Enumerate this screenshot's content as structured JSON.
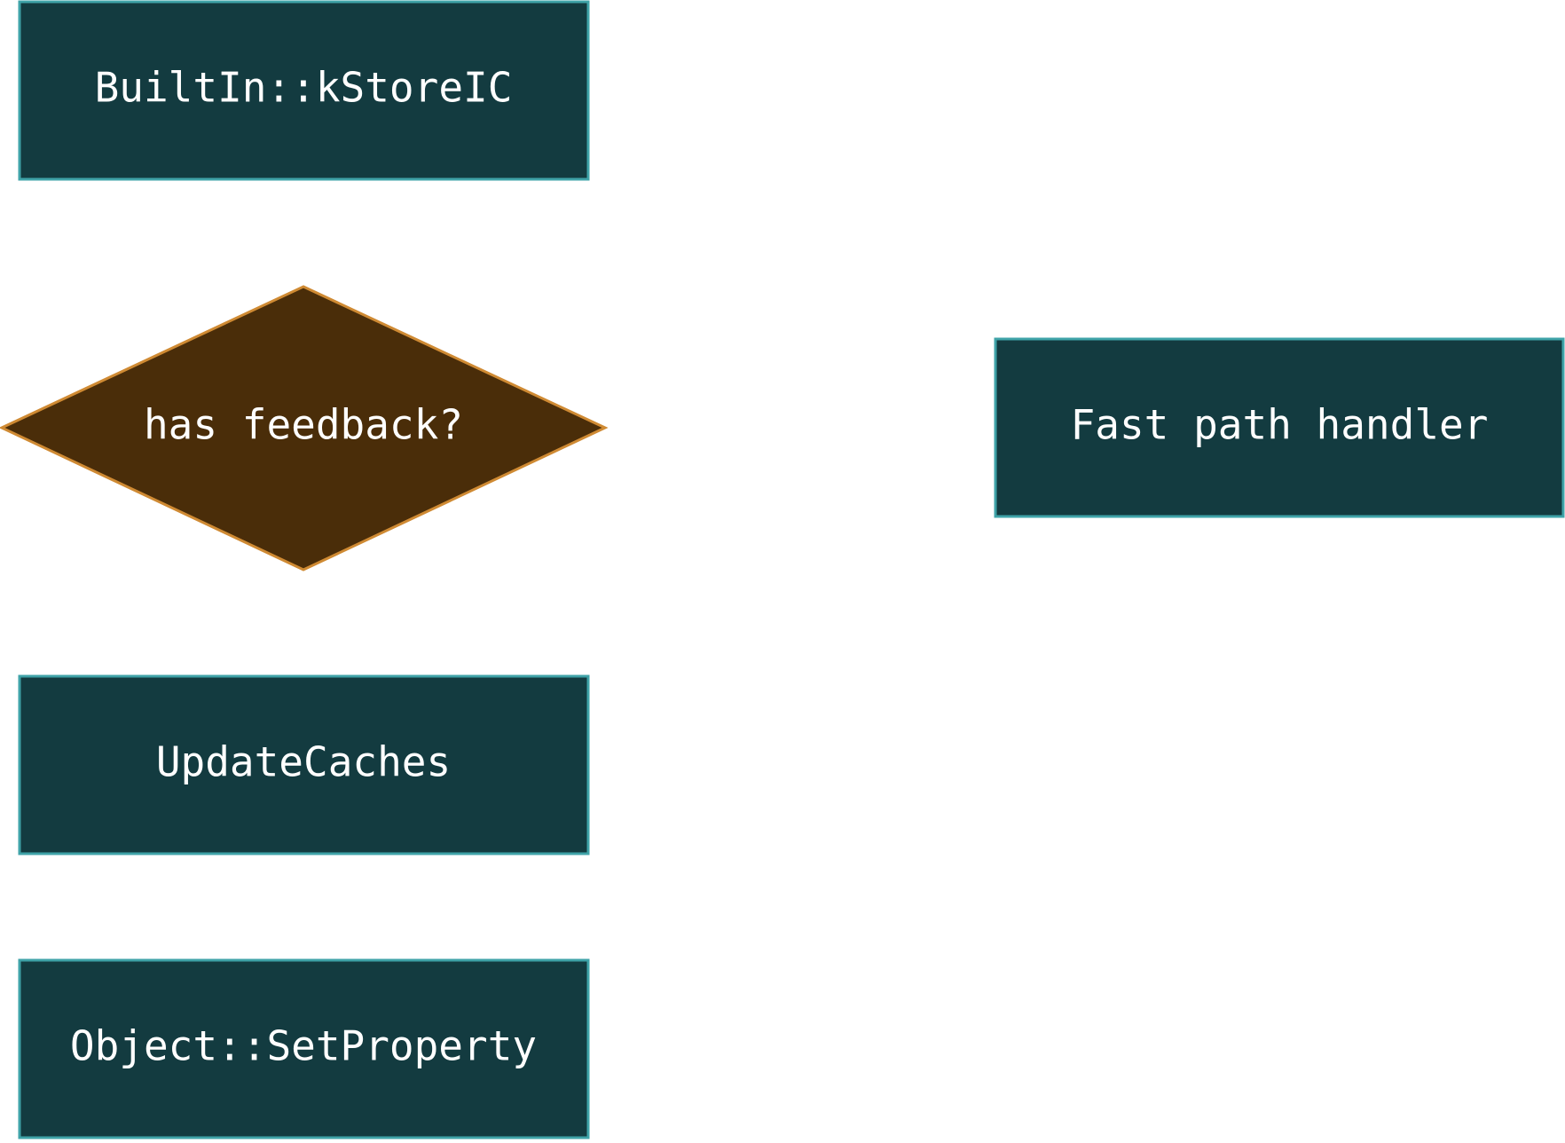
{
  "nodes": {
    "builtin": {
      "label": "BuiltIn::kStoreIC"
    },
    "decision": {
      "label": "has feedback?"
    },
    "fast_path": {
      "label": "Fast path handler"
    },
    "update_caches": {
      "label": "UpdateCaches"
    },
    "set_property": {
      "label": "Object::SetProperty"
    }
  },
  "colors": {
    "process_fill": "#133b40",
    "process_stroke": "#3fa3a8",
    "decision_fill": "#4a2d09",
    "decision_stroke": "#cf8a33",
    "text": "#ffffff"
  }
}
